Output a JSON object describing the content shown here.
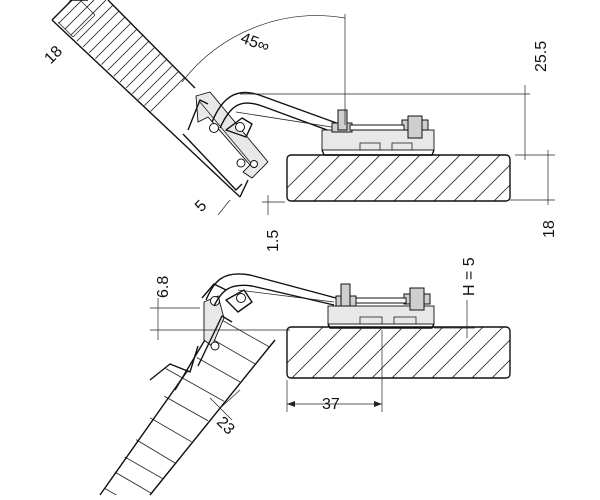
{
  "diagram": {
    "top_view": {
      "angle_label": "45∞",
      "door_thickness_label": "18",
      "height_label": "25.5",
      "cabinet_thickness_label": "18",
      "offset_label": "5",
      "gap_label": "1.5"
    },
    "bottom_view": {
      "overlay_label": "6.8",
      "h_label": "H = 5",
      "drill_distance_label": "37",
      "door_label": "23"
    }
  }
}
